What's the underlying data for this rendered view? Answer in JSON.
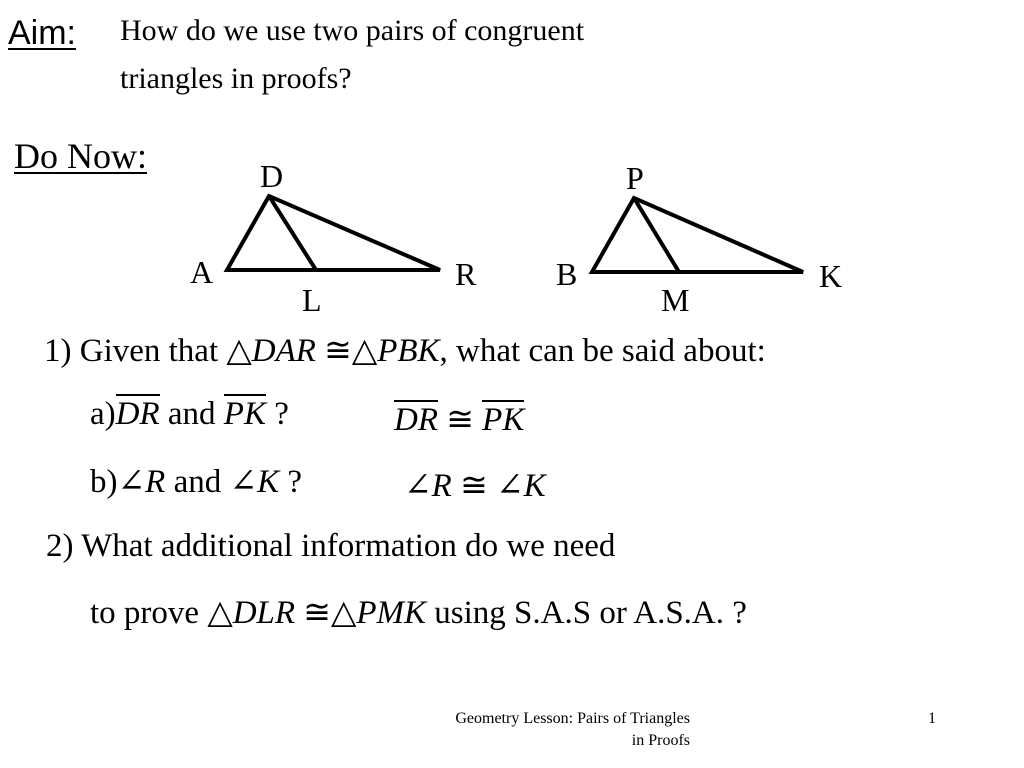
{
  "header": {
    "aim_label": "Aim:",
    "aim_line1": "How do we use two pairs of congruent",
    "aim_line2": "triangles in proofs?",
    "do_now_label": "Do Now:"
  },
  "diagram": {
    "left_triangle": {
      "top": "D",
      "left": "A",
      "right": "R",
      "foot": "L"
    },
    "right_triangle": {
      "top": "P",
      "left": "B",
      "right": "K",
      "foot": "M"
    }
  },
  "questions": {
    "q1_prefix": "1) Given that",
    "q1_tri1": "DAR",
    "q1_tri2": "PBK",
    "q1_comma": ",",
    "q1_suffix": "what can be said about:",
    "qa_label": "a)",
    "qa_seg1": "DR",
    "qa_and": "and",
    "qa_seg2": "PK",
    "qa_q": "?",
    "qa_ans_seg1": "DR",
    "qa_ans_seg2": "PK",
    "qb_label": "b)",
    "qb_ang1": "R",
    "qb_and": "and",
    "qb_ang2": "K",
    "qb_q": "?",
    "qb_ans_ang1": "R",
    "qb_ans_ang2": "K",
    "q2_line1": "2) What additional information do we need",
    "q2_prefix": "to prove",
    "q2_tri1": "DLR",
    "q2_tri2": "PMK",
    "q2_suffix": "using S.A.S or A.S.A. ?"
  },
  "symbols": {
    "triangle": "△",
    "congruent": "≅",
    "angle": "∠"
  },
  "footer": {
    "title_line1": "Geometry Lesson: Pairs of Triangles",
    "title_line2": "in Proofs",
    "page_number": "1"
  }
}
